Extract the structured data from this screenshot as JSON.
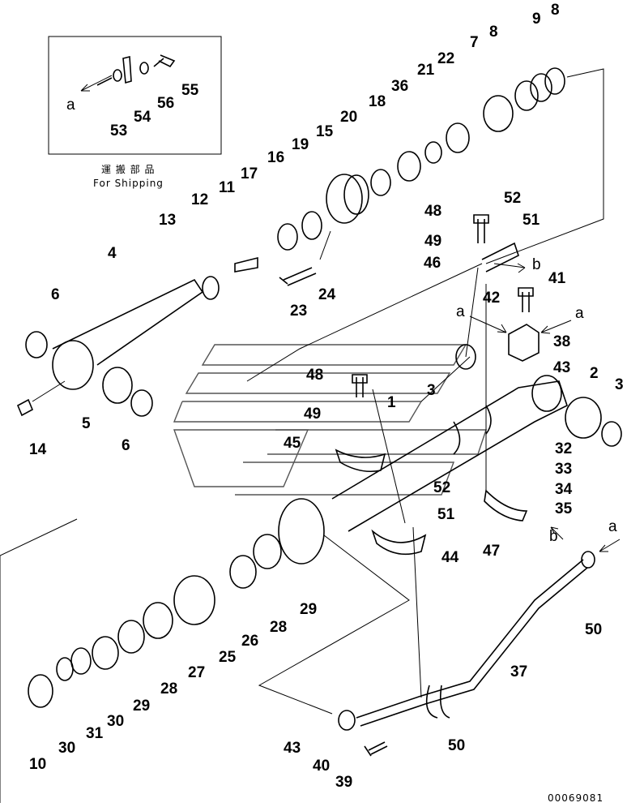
{
  "shipping": {
    "jp": "運 搬 部 品",
    "en": "For Shipping"
  },
  "arrows": {
    "a": "a",
    "b": "b"
  },
  "drawing_no": "00069081",
  "callouts": [
    "1",
    "2",
    "3",
    "3",
    "4",
    "5",
    "6",
    "6",
    "7",
    "8",
    "8",
    "9",
    "10",
    "11",
    "12",
    "13",
    "14",
    "15",
    "16",
    "17",
    "18",
    "19",
    "20",
    "21",
    "22",
    "23",
    "24",
    "25",
    "26",
    "27",
    "28",
    "28",
    "29",
    "29",
    "30",
    "30",
    "31",
    "32",
    "33",
    "34",
    "35",
    "36",
    "37",
    "38",
    "39",
    "40",
    "41",
    "42",
    "43",
    "43",
    "44",
    "45",
    "46",
    "47",
    "48",
    "48",
    "49",
    "49",
    "50",
    "50",
    "51",
    "51",
    "52",
    "52",
    "53",
    "54",
    "55",
    "56"
  ]
}
